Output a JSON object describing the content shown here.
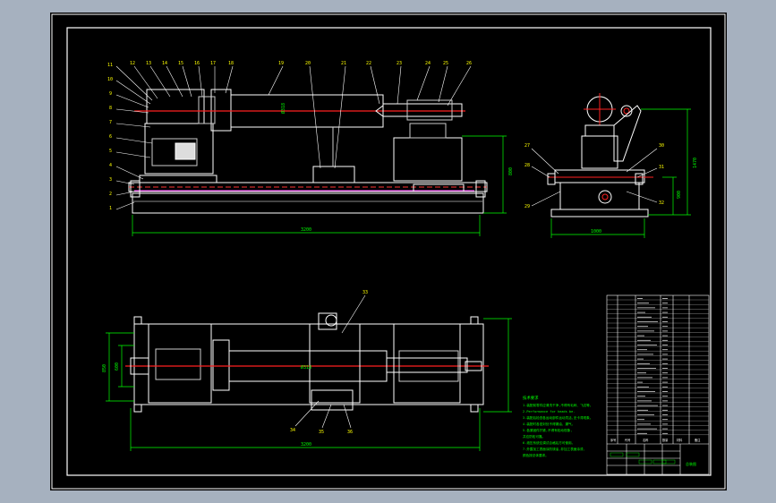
{
  "window": {
    "background": "#a6b1bf",
    "sheet_color": "#000000",
    "line_color": "#ffffff",
    "dim_color": "#00ff00",
    "center_color": "#ff0000",
    "part_color": "#ffff00"
  },
  "front_view": {
    "callouts_left": [
      "11",
      "10",
      "9",
      "8",
      "7",
      "6",
      "5",
      "4",
      "3",
      "2",
      "1"
    ],
    "callouts_top": [
      "12",
      "13",
      "14",
      "15",
      "16",
      "17",
      "18",
      "19",
      "20",
      "21",
      "22",
      "23",
      "24",
      "25",
      "26"
    ],
    "dim_total_length": "3200",
    "dim_height": "800",
    "dim_shaft": "Ø318"
  },
  "side_view": {
    "callouts": [
      "27",
      "28",
      "29",
      "30",
      "31",
      "32"
    ],
    "dim_height": "1470",
    "dim_lower": "900",
    "dim_width": "1000"
  },
  "top_view": {
    "callouts": [
      "33",
      "34",
      "35",
      "36"
    ],
    "dim_length": "3200",
    "dim_width_a": "850",
    "dim_width_b": "600",
    "dim_shaft": "Ø318"
  },
  "notes": {
    "title": "技术要求",
    "lines": [
      "1.装配前零件应清洗干净,不得有毛刺、飞边等。",
      "2.Performance for heads be.",
      "3.装配后检查各运动部件运动灵活,无卡滞现象。",
      "4.装配时各密封处不得漏油、漏气。",
      "5.各紧固件拧紧,不得有松动现象,",
      "  并应防松可靠。",
      "6.液压系统应调试合格后方可使用。",
      "7.外露加工表面涂防锈油,非加工表面涂漆,",
      "  颜色按总体要求。"
    ]
  },
  "parts_list": {
    "header": [
      "序号",
      "代号",
      "名称",
      "数量",
      "材料",
      "备注"
    ],
    "title_cell": "总装图"
  }
}
